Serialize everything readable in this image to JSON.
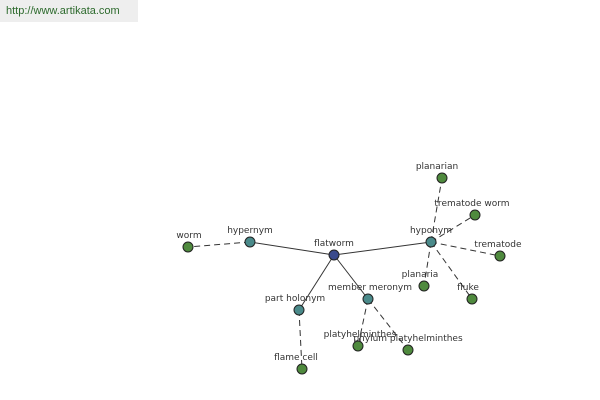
{
  "banner": {
    "url": "http://www.artikata.com"
  },
  "colors": {
    "center": "#3a4a8c",
    "relation": "#4a8a8a",
    "leaf": "#4f8a3e",
    "edge": "#333333",
    "text": "#333333"
  },
  "graph": {
    "nodes": [
      {
        "id": "flatworm",
        "label": "flatworm",
        "kind": "center"
      },
      {
        "id": "hypernym",
        "label": "hypernym",
        "kind": "relation"
      },
      {
        "id": "hyponym",
        "label": "hyponym",
        "kind": "relation"
      },
      {
        "id": "part_holonym",
        "label": "part holonym",
        "kind": "relation"
      },
      {
        "id": "member_meronym",
        "label": "member meronym",
        "kind": "relation"
      },
      {
        "id": "worm",
        "label": "worm",
        "kind": "leaf"
      },
      {
        "id": "planarian",
        "label": "planarian",
        "kind": "leaf"
      },
      {
        "id": "trematode_worm",
        "label": "trematode worm",
        "kind": "leaf"
      },
      {
        "id": "trematode",
        "label": "trematode",
        "kind": "leaf"
      },
      {
        "id": "planaria",
        "label": "planaria",
        "kind": "leaf"
      },
      {
        "id": "fluke",
        "label": "fluke",
        "kind": "leaf"
      },
      {
        "id": "flame_cell",
        "label": "flame cell",
        "kind": "leaf"
      },
      {
        "id": "platyhelminthes",
        "label": "platyhelminthes",
        "kind": "leaf"
      },
      {
        "id": "phylum_platyhelminthes",
        "label": "phylum platyhelminthes",
        "kind": "leaf"
      }
    ],
    "edges": [
      {
        "from": "flatworm",
        "to": "hypernym",
        "style": "solid"
      },
      {
        "from": "flatworm",
        "to": "hyponym",
        "style": "solid"
      },
      {
        "from": "flatworm",
        "to": "part_holonym",
        "style": "solid"
      },
      {
        "from": "flatworm",
        "to": "member_meronym",
        "style": "solid"
      },
      {
        "from": "hypernym",
        "to": "worm",
        "style": "dashed"
      },
      {
        "from": "hyponym",
        "to": "planarian",
        "style": "dashed"
      },
      {
        "from": "hyponym",
        "to": "trematode_worm",
        "style": "dashed"
      },
      {
        "from": "hyponym",
        "to": "trematode",
        "style": "dashed"
      },
      {
        "from": "hyponym",
        "to": "planaria",
        "style": "dashed"
      },
      {
        "from": "hyponym",
        "to": "fluke",
        "style": "dashed"
      },
      {
        "from": "part_holonym",
        "to": "flame_cell",
        "style": "dashed"
      },
      {
        "from": "member_meronym",
        "to": "platyhelminthes",
        "style": "dashed"
      },
      {
        "from": "member_meronym",
        "to": "phylum_platyhelminthes",
        "style": "dashed"
      }
    ]
  }
}
